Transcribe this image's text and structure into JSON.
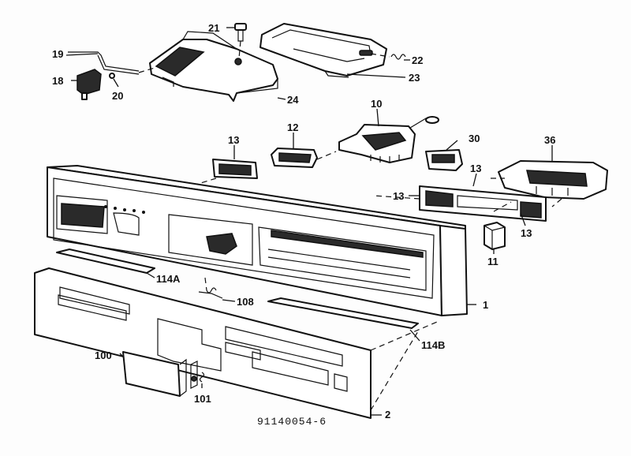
{
  "diagram": {
    "drawing_number": "91140054-6",
    "callouts": {
      "c1": "1",
      "c2": "2",
      "c10": "10",
      "c11": "11",
      "c12": "12",
      "c13a": "13",
      "c13b": "13",
      "c13c": "13",
      "c13d": "13",
      "c18": "18",
      "c19": "19",
      "c20": "20",
      "c21": "21",
      "c22": "22",
      "c23": "23",
      "c24": "24",
      "c30": "30",
      "c36": "36",
      "c100": "100",
      "c101": "101",
      "c108": "108",
      "c114A": "114A",
      "c114B": "114B"
    }
  }
}
